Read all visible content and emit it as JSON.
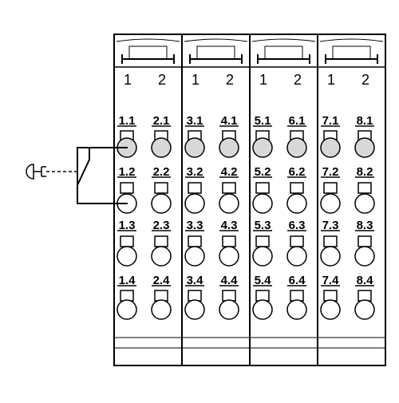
{
  "diagram": {
    "modules": [
      {
        "channels": [
          "1",
          "2"
        ],
        "rows": [
          [
            "1.1",
            "2.1"
          ],
          [
            "1.2",
            "2.2"
          ],
          [
            "1.3",
            "2.3"
          ],
          [
            "1.4",
            "2.4"
          ]
        ]
      },
      {
        "channels": [
          "1",
          "2"
        ],
        "rows": [
          [
            "3.1",
            "4.1"
          ],
          [
            "3.2",
            "4.2"
          ],
          [
            "3.3",
            "4.3"
          ],
          [
            "3.4",
            "4.4"
          ]
        ]
      },
      {
        "channels": [
          "1",
          "2"
        ],
        "rows": [
          [
            "5.1",
            "6.1"
          ],
          [
            "5.2",
            "6.2"
          ],
          [
            "5.3",
            "6.3"
          ],
          [
            "5.4",
            "6.4"
          ]
        ]
      },
      {
        "channels": [
          "1",
          "2"
        ],
        "rows": [
          [
            "7.1",
            "8.1"
          ],
          [
            "7.2",
            "8.2"
          ],
          [
            "7.3",
            "8.3"
          ],
          [
            "7.4",
            "8.4"
          ]
        ]
      }
    ],
    "connected_rows": [
      1,
      2
    ],
    "highlighted_row": 1,
    "colors": {
      "line": "#000000",
      "terminal_fill": "#ffffff",
      "highlighted_terminal_fill": "#d8d8d8"
    },
    "external_device": "push-button-switch-icon"
  }
}
